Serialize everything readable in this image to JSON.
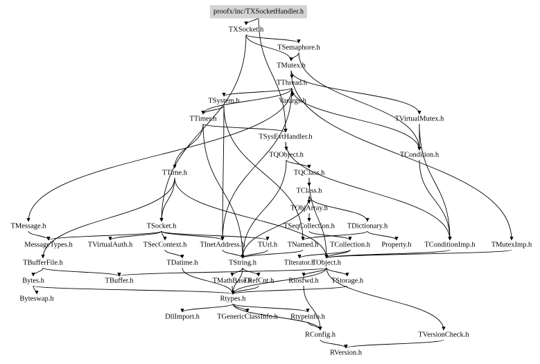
{
  "graph": {
    "root": "proofx/inc/TXSocketHandler.h",
    "nodes": [
      {
        "id": "root",
        "label": "proofx/inc/TXSocketHandler.h",
        "root": true
      },
      {
        "id": "TXSocket",
        "label": "TXSocket.h"
      },
      {
        "id": "TSemaphore",
        "label": "TSemaphore.h"
      },
      {
        "id": "TMutex",
        "label": "TMutex.h"
      },
      {
        "id": "TThread",
        "label": "TThread.h"
      },
      {
        "id": "TSystem",
        "label": "TSystem.h"
      },
      {
        "id": "Varargs",
        "label": "Varargs.h"
      },
      {
        "id": "TVirtualMutex",
        "label": "TVirtualMutex.h"
      },
      {
        "id": "TTimer",
        "label": "TTimer.h"
      },
      {
        "id": "TSysEvtHandler",
        "label": "TSysEvtHandler.h"
      },
      {
        "id": "TQObject",
        "label": "TQObject.h"
      },
      {
        "id": "TCondition",
        "label": "TCondition.h"
      },
      {
        "id": "TTime",
        "label": "TTime.h"
      },
      {
        "id": "TQClass",
        "label": "TQClass.h"
      },
      {
        "id": "TClass",
        "label": "TClass.h"
      },
      {
        "id": "TObjArray",
        "label": "TObjArray.h"
      },
      {
        "id": "TMessage",
        "label": "TMessage.h"
      },
      {
        "id": "TSocket",
        "label": "TSocket.h"
      },
      {
        "id": "TSeqCollection",
        "label": "TSeqCollection.h"
      },
      {
        "id": "TDictionary",
        "label": "TDictionary.h"
      },
      {
        "id": "MessageTypes",
        "label": "MessageTypes.h"
      },
      {
        "id": "TVirtualAuth",
        "label": "TVirtualAuth.h"
      },
      {
        "id": "TSecContext",
        "label": "TSecContext.h"
      },
      {
        "id": "TInetAddress",
        "label": "TInetAddress.h"
      },
      {
        "id": "TUrl",
        "label": "TUrl.h"
      },
      {
        "id": "TNamed",
        "label": "TNamed.h"
      },
      {
        "id": "TCollection",
        "label": "TCollection.h"
      },
      {
        "id": "Property",
        "label": "Property.h"
      },
      {
        "id": "TConditionImp",
        "label": "TConditionImp.h"
      },
      {
        "id": "TMutexImp",
        "label": "TMutexImp.h"
      },
      {
        "id": "TBufferFile",
        "label": "TBufferFile.h"
      },
      {
        "id": "TDatime",
        "label": "TDatime.h"
      },
      {
        "id": "TString",
        "label": "TString.h"
      },
      {
        "id": "TIterator",
        "label": "TIterator.h"
      },
      {
        "id": "TObject",
        "label": "TObject.h"
      },
      {
        "id": "Bytes",
        "label": "Bytes.h"
      },
      {
        "id": "TBuffer",
        "label": "TBuffer.h"
      },
      {
        "id": "TMathBase",
        "label": "TMathBase.h"
      },
      {
        "id": "TRefCnt",
        "label": "TRefCnt.h"
      },
      {
        "id": "Riosfwd",
        "label": "Riosfwd.h"
      },
      {
        "id": "TStorage",
        "label": "TStorage.h"
      },
      {
        "id": "Byteswap",
        "label": "Byteswap.h"
      },
      {
        "id": "Rtypes",
        "label": "Rtypes.h"
      },
      {
        "id": "DllImport",
        "label": "DllImport.h"
      },
      {
        "id": "TGenericClassInfo",
        "label": "TGenericClassInfo.h"
      },
      {
        "id": "Rtypeinfo",
        "label": "Rtypeinfo.h"
      },
      {
        "id": "RConfig",
        "label": "RConfig.h"
      },
      {
        "id": "TVersionCheck",
        "label": "TVersionCheck.h"
      },
      {
        "id": "RVersion",
        "label": "RVersion.h"
      }
    ],
    "edges": [
      [
        "root",
        "TXSocket"
      ],
      [
        "root",
        "TSysEvtHandler"
      ],
      [
        "TXSocket",
        "TSemaphore"
      ],
      [
        "TXSocket",
        "TMutex"
      ],
      [
        "TXSocket",
        "TSocket"
      ],
      [
        "TSemaphore",
        "TMutex"
      ],
      [
        "TSemaphore",
        "TCondition"
      ],
      [
        "TMutex",
        "TThread"
      ],
      [
        "TMutex",
        "TVirtualMutex"
      ],
      [
        "TMutex",
        "TMutexImp"
      ],
      [
        "TThread",
        "TSystem"
      ],
      [
        "TThread",
        "Varargs"
      ],
      [
        "TThread",
        "TCondition"
      ],
      [
        "TThread",
        "TTimer"
      ],
      [
        "TThread",
        "TMessage"
      ],
      [
        "TThread",
        "TInetAddress"
      ],
      [
        "TSystem",
        "TTimer"
      ],
      [
        "TSystem",
        "TInetAddress"
      ],
      [
        "TSystem",
        "TNamed"
      ],
      [
        "TVirtualMutex",
        "TCondition"
      ],
      [
        "TVirtualMutex",
        "TConditionImp"
      ],
      [
        "TTimer",
        "TSysEvtHandler"
      ],
      [
        "TTimer",
        "TTime"
      ],
      [
        "TTimer",
        "TString"
      ],
      [
        "TSysEvtHandler",
        "TQObject"
      ],
      [
        "TSysEvtHandler",
        "TConditionImp"
      ],
      [
        "TQObject",
        "TQClass"
      ],
      [
        "TQObject",
        "TString"
      ],
      [
        "TCondition",
        "TConditionImp"
      ],
      [
        "TTime",
        "TSocket"
      ],
      [
        "TTime",
        "TObject"
      ],
      [
        "TTime",
        "TBufferFile"
      ],
      [
        "TQClass",
        "TClass"
      ],
      [
        "TQClass",
        "TObject"
      ],
      [
        "TClass",
        "TObjArray"
      ],
      [
        "TClass",
        "TDictionary"
      ],
      [
        "TClass",
        "TString"
      ],
      [
        "TObjArray",
        "TSeqCollection"
      ],
      [
        "TSeqCollection",
        "TCollection"
      ],
      [
        "TDictionary",
        "TNamed"
      ],
      [
        "TDictionary",
        "Property"
      ],
      [
        "TMessage",
        "MessageTypes"
      ],
      [
        "TSocket",
        "MessageTypes"
      ],
      [
        "TSocket",
        "TVirtualAuth"
      ],
      [
        "TSocket",
        "TSecContext"
      ],
      [
        "TSocket",
        "TInetAddress"
      ],
      [
        "TSocket",
        "TUrl"
      ],
      [
        "TSecContext",
        "TDatime"
      ],
      [
        "TInetAddress",
        "TString"
      ],
      [
        "TUrl",
        "TString"
      ],
      [
        "TNamed",
        "TString"
      ],
      [
        "TCollection",
        "TObject"
      ],
      [
        "TCollection",
        "TIterator"
      ],
      [
        "TConditionImp",
        "TObject"
      ],
      [
        "TMutexImp",
        "TObject"
      ],
      [
        "TBufferFile",
        "Bytes"
      ],
      [
        "TBufferFile",
        "TBuffer"
      ],
      [
        "TObject",
        "TBuffer"
      ],
      [
        "TObject",
        "TStorage"
      ],
      [
        "TObject",
        "Riosfwd"
      ],
      [
        "TObject",
        "Rtypes"
      ],
      [
        "TObject",
        "TVersionCheck"
      ],
      [
        "TString",
        "TMathBase"
      ],
      [
        "TString",
        "TRefCnt"
      ],
      [
        "TString",
        "Rtypes"
      ],
      [
        "TDatime",
        "Rtypes"
      ],
      [
        "Bytes",
        "Byteswap"
      ],
      [
        "Bytes",
        "Rtypes"
      ],
      [
        "TMathBase",
        "Rtypes"
      ],
      [
        "TRefCnt",
        "Rtypes"
      ],
      [
        "Riosfwd",
        "RConfig"
      ],
      [
        "TStorage",
        "Rtypes"
      ],
      [
        "Rtypes",
        "DllImport"
      ],
      [
        "Rtypes",
        "TGenericClassInfo"
      ],
      [
        "Rtypes",
        "Rtypeinfo"
      ],
      [
        "Rtypes",
        "RConfig"
      ],
      [
        "Rtypeinfo",
        "RConfig"
      ],
      [
        "RConfig",
        "RVersion"
      ],
      [
        "TVersionCheck",
        "RVersion"
      ]
    ]
  }
}
